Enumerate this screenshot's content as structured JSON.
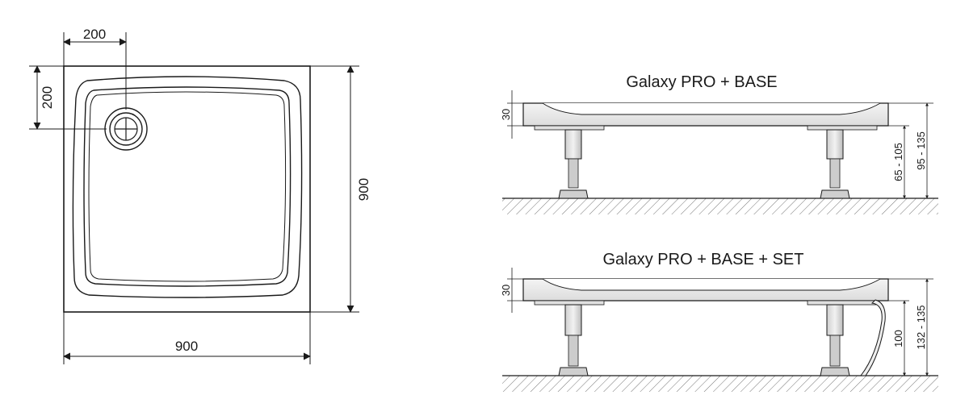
{
  "plan_view": {
    "width_label": "900",
    "height_label": "900",
    "drain_offset_x": "200",
    "drain_offset_y": "200"
  },
  "elevation_base": {
    "title": "Galaxy PRO + BASE",
    "tray_thickness": "30",
    "leg_range": "65 - 105",
    "total_range": "95 - 135"
  },
  "elevation_set": {
    "title": "Galaxy PRO + BASE + SET",
    "tray_thickness": "30",
    "leg_height": "100",
    "total_range": "132 - 135"
  }
}
